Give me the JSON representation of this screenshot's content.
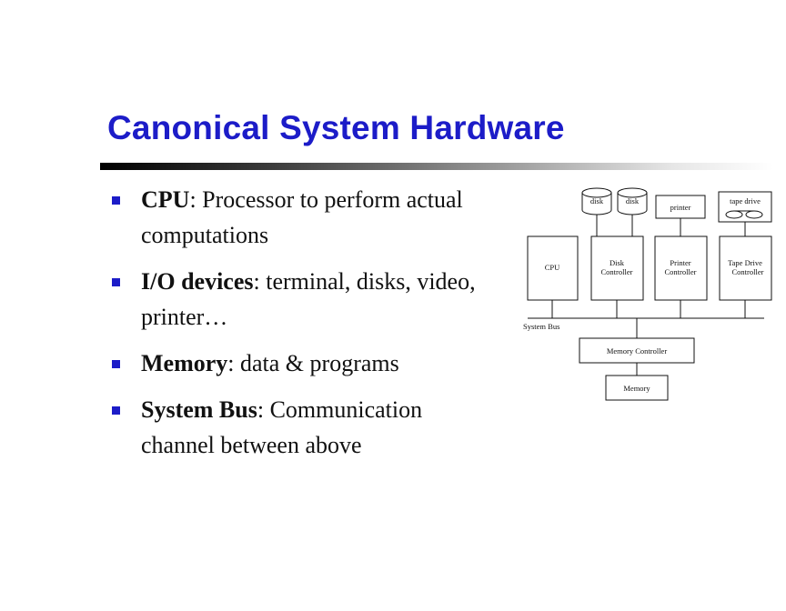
{
  "slide": {
    "title": "Canonical System Hardware"
  },
  "bullets": [
    {
      "term": "CPU",
      "rest": ": Processor to perform actual computations"
    },
    {
      "term": "I/O devices",
      "rest": ": terminal, disks, video, printer…"
    },
    {
      "term": "Memory",
      "rest": ": data & programs"
    },
    {
      "term": "System Bus",
      "rest": ": Communication channel between above"
    }
  ],
  "diagram": {
    "devices": {
      "disk_1": "disk",
      "disk_2": "disk",
      "printer": "printer",
      "tape_drive": "tape drive"
    },
    "controllers": {
      "cpu": "CPU",
      "disk_line1": "Disk",
      "disk_line2": "Controller",
      "printer_line1": "Printer",
      "printer_line2": "Controller",
      "tape_line1": "Tape Drive",
      "tape_line2": "Controller"
    },
    "bus_label": "System Bus",
    "memory_controller": "Memory Controller",
    "memory": "Memory"
  },
  "colors": {
    "title": "#1c1cc8",
    "bullet": "#1c1cc8",
    "text": "#111111"
  }
}
